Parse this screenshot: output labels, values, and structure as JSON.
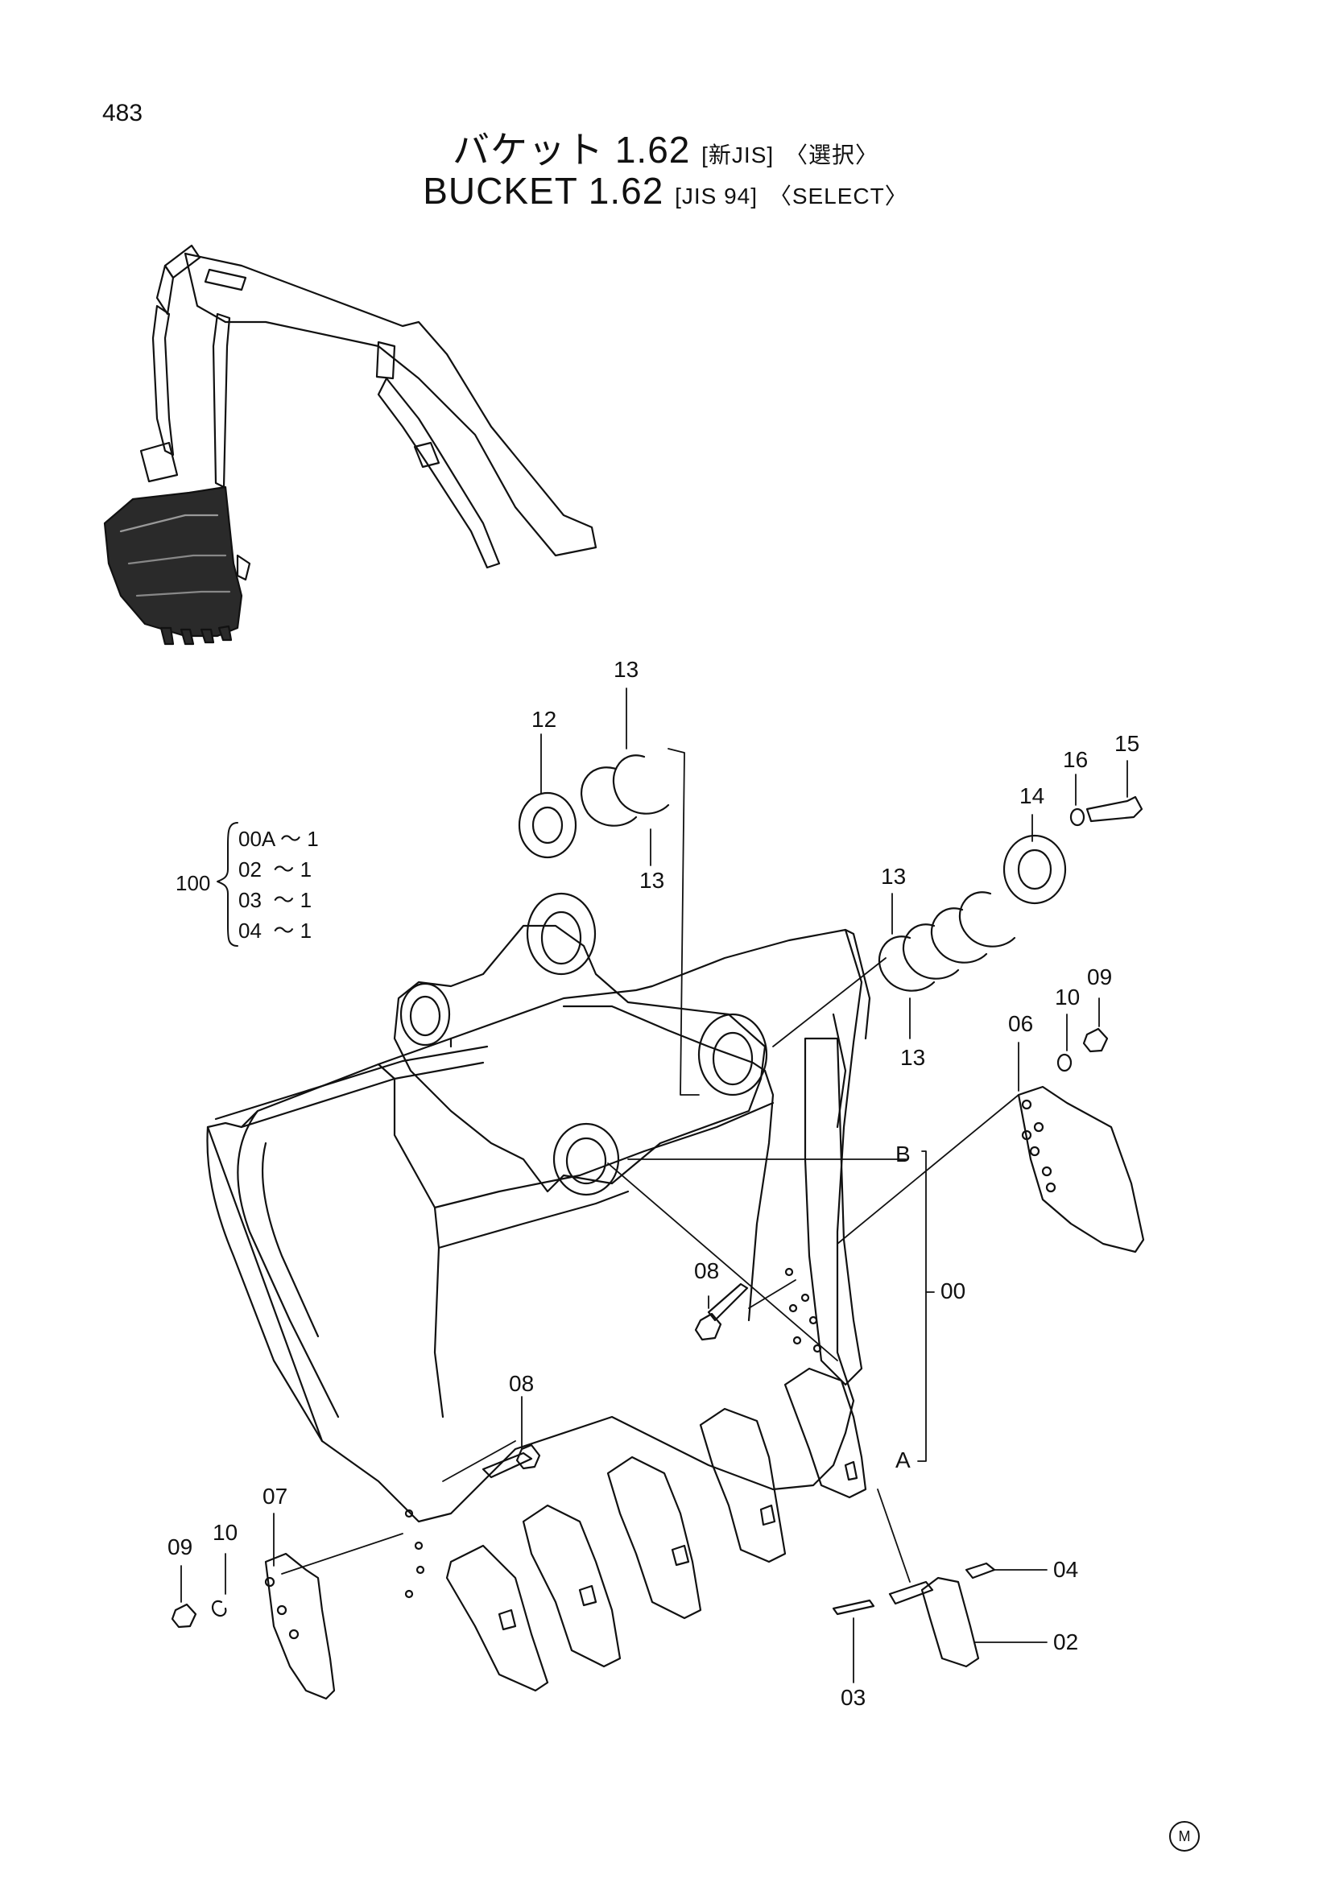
{
  "page_number": "483",
  "title_jp": {
    "main": "バケット 1.62",
    "bracket": "[新JIS]",
    "select": "〈選択〉"
  },
  "title_en": {
    "main": "BUCKET 1.62",
    "bracket": "[JIS 94]",
    "select": "〈SELECT〉"
  },
  "assembly": {
    "label": "100",
    "rows": [
      "00A ～ 1",
      "02  ～ 1",
      "03  ～ 1",
      "04  ～ 1"
    ]
  },
  "callouts": {
    "p13a": "13",
    "p13b": "13",
    "p13c": "13",
    "p13d": "13",
    "p12": "12",
    "p14": "14",
    "p15": "15",
    "p16": "16",
    "p09a": "09",
    "p10a": "10",
    "p06": "06",
    "pB": "B",
    "pA": "A",
    "p00": "00",
    "p08a": "08",
    "p08b": "08",
    "p07": "07",
    "p10b": "10",
    "p09b": "09",
    "p04": "04",
    "p02": "02",
    "p03": "03"
  },
  "mark": "M"
}
